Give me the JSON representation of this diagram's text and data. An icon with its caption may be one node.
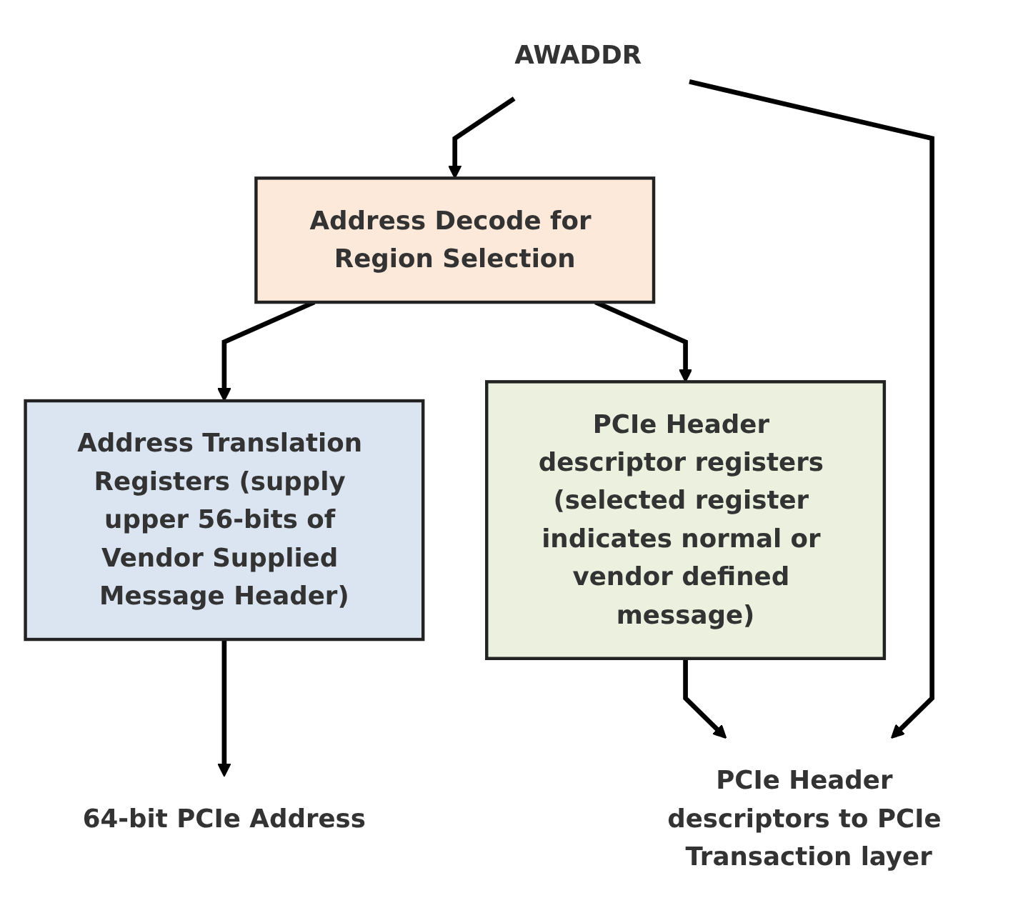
{
  "diagram": {
    "nodes": [
      {
        "text": [
          "AWADDR"
        ]
      },
      {
        "text": [
          "Address Decode for Region Selection"
        ]
      },
      {
        "text": [
          "Address Translation Registers (supply upper 56-bits of Vendor Supplied Message Header)"
        ]
      },
      {
        "text": [
          "PCIe Header descriptor registers (selected register indicates normal or vendor defined message)"
        ]
      },
      {
        "text": [
          "64-bit PCIe Address"
        ]
      },
      {
        "text": [
          "PCIe Header descriptors to PCIe Transaction layer"
        ]
      }
    ],
    "edges": [
      {
        "from": 0,
        "to": 1,
        "arrow": "to"
      },
      {
        "from": 1,
        "to": 2,
        "arrow": "to"
      },
      {
        "from": 1,
        "to": 3,
        "arrow": "to"
      },
      {
        "from": 2,
        "to": 4,
        "arrow": "to"
      },
      {
        "from": 3,
        "to": 5,
        "arrow": "to"
      },
      {
        "from": 0,
        "to": 5,
        "arrow": "to"
      }
    ]
  }
}
